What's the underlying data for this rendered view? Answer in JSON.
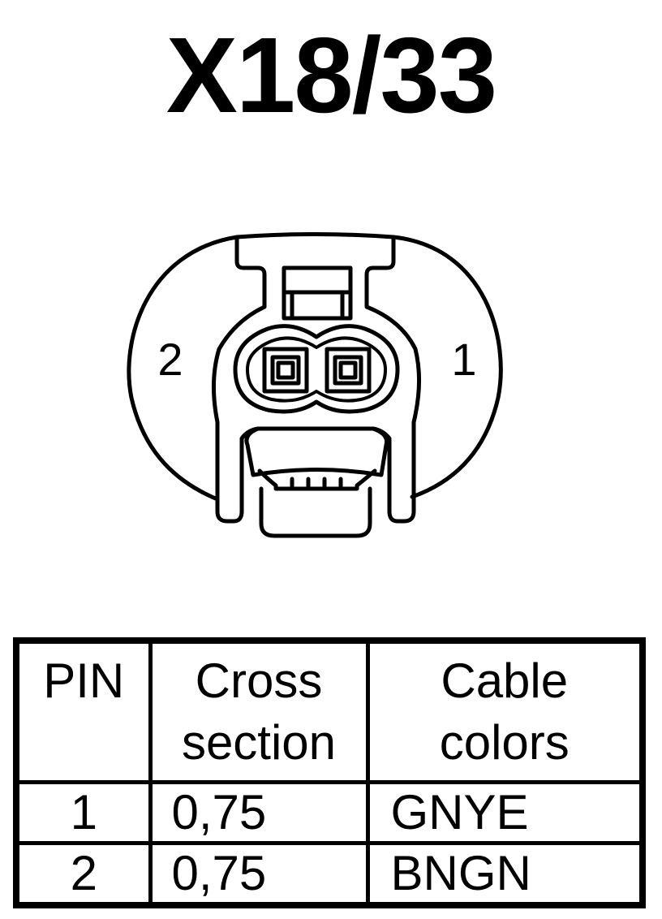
{
  "connector": {
    "title": "X18/33",
    "pin_left_label": "2",
    "pin_right_label": "1"
  },
  "table": {
    "headers": [
      {
        "line1": "PIN",
        "line2": ""
      },
      {
        "line1": "Cross",
        "line2": "section"
      },
      {
        "line1": "Cable",
        "line2": "colors"
      }
    ],
    "rows": [
      {
        "pin": "1",
        "cross_section": "0,75",
        "color": "GNYE"
      },
      {
        "pin": "2",
        "cross_section": "0,75",
        "color": "BNGN"
      }
    ]
  }
}
